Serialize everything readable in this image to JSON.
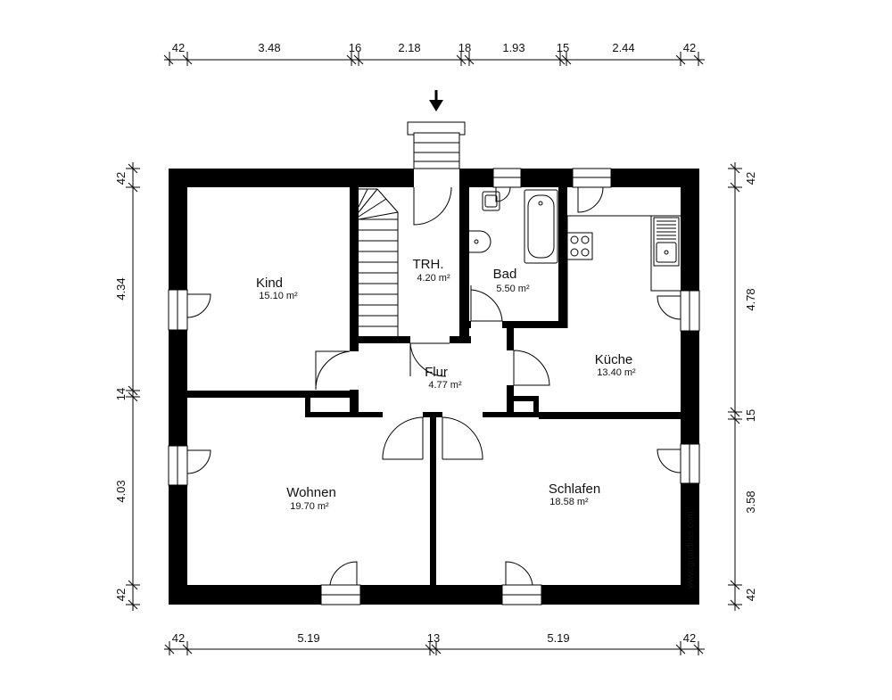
{
  "dimensions": {
    "top": [
      "42",
      "3.48",
      "16",
      "2.18",
      "18",
      "1.93",
      "15",
      "2.44",
      "42"
    ],
    "bottom": [
      "42",
      "5.19",
      "13",
      "5.19",
      "42"
    ],
    "left": [
      "42",
      "4.34",
      "14",
      "4.03",
      "42"
    ],
    "right": [
      "42",
      "4.78",
      "15",
      "3.58",
      "42"
    ]
  },
  "rooms": {
    "kind": {
      "name": "Kind",
      "area": "15.10 m²"
    },
    "trh": {
      "name": "TRH.",
      "area": "4.20 m²"
    },
    "bad": {
      "name": "Bad",
      "area": "5.50 m²"
    },
    "kueche": {
      "name": "Küche",
      "area": "13.40 m²"
    },
    "flur": {
      "name": "Flur",
      "area": "4.77 m²"
    },
    "wohnen": {
      "name": "Wohnen",
      "area": "19.70 m²"
    },
    "schlafen": {
      "name": "Schlafen",
      "area": "18.58 m²"
    }
  },
  "watermark": "www.grundriss.com",
  "entrance_marker": "entrance-arrow"
}
